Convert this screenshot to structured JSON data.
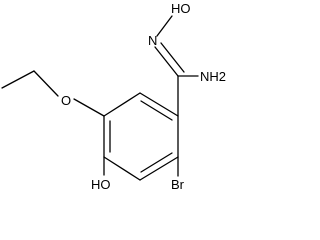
{
  "molecule": {
    "atom_labels": {
      "oxime_oh": "HO",
      "oxime_n": "N",
      "amide_nh2": "NH2",
      "ether_o": "O",
      "phenol_oh": "HO",
      "bromo": "Br"
    }
  },
  "colors": {
    "bond": "#000000",
    "background": "#ffffff"
  }
}
